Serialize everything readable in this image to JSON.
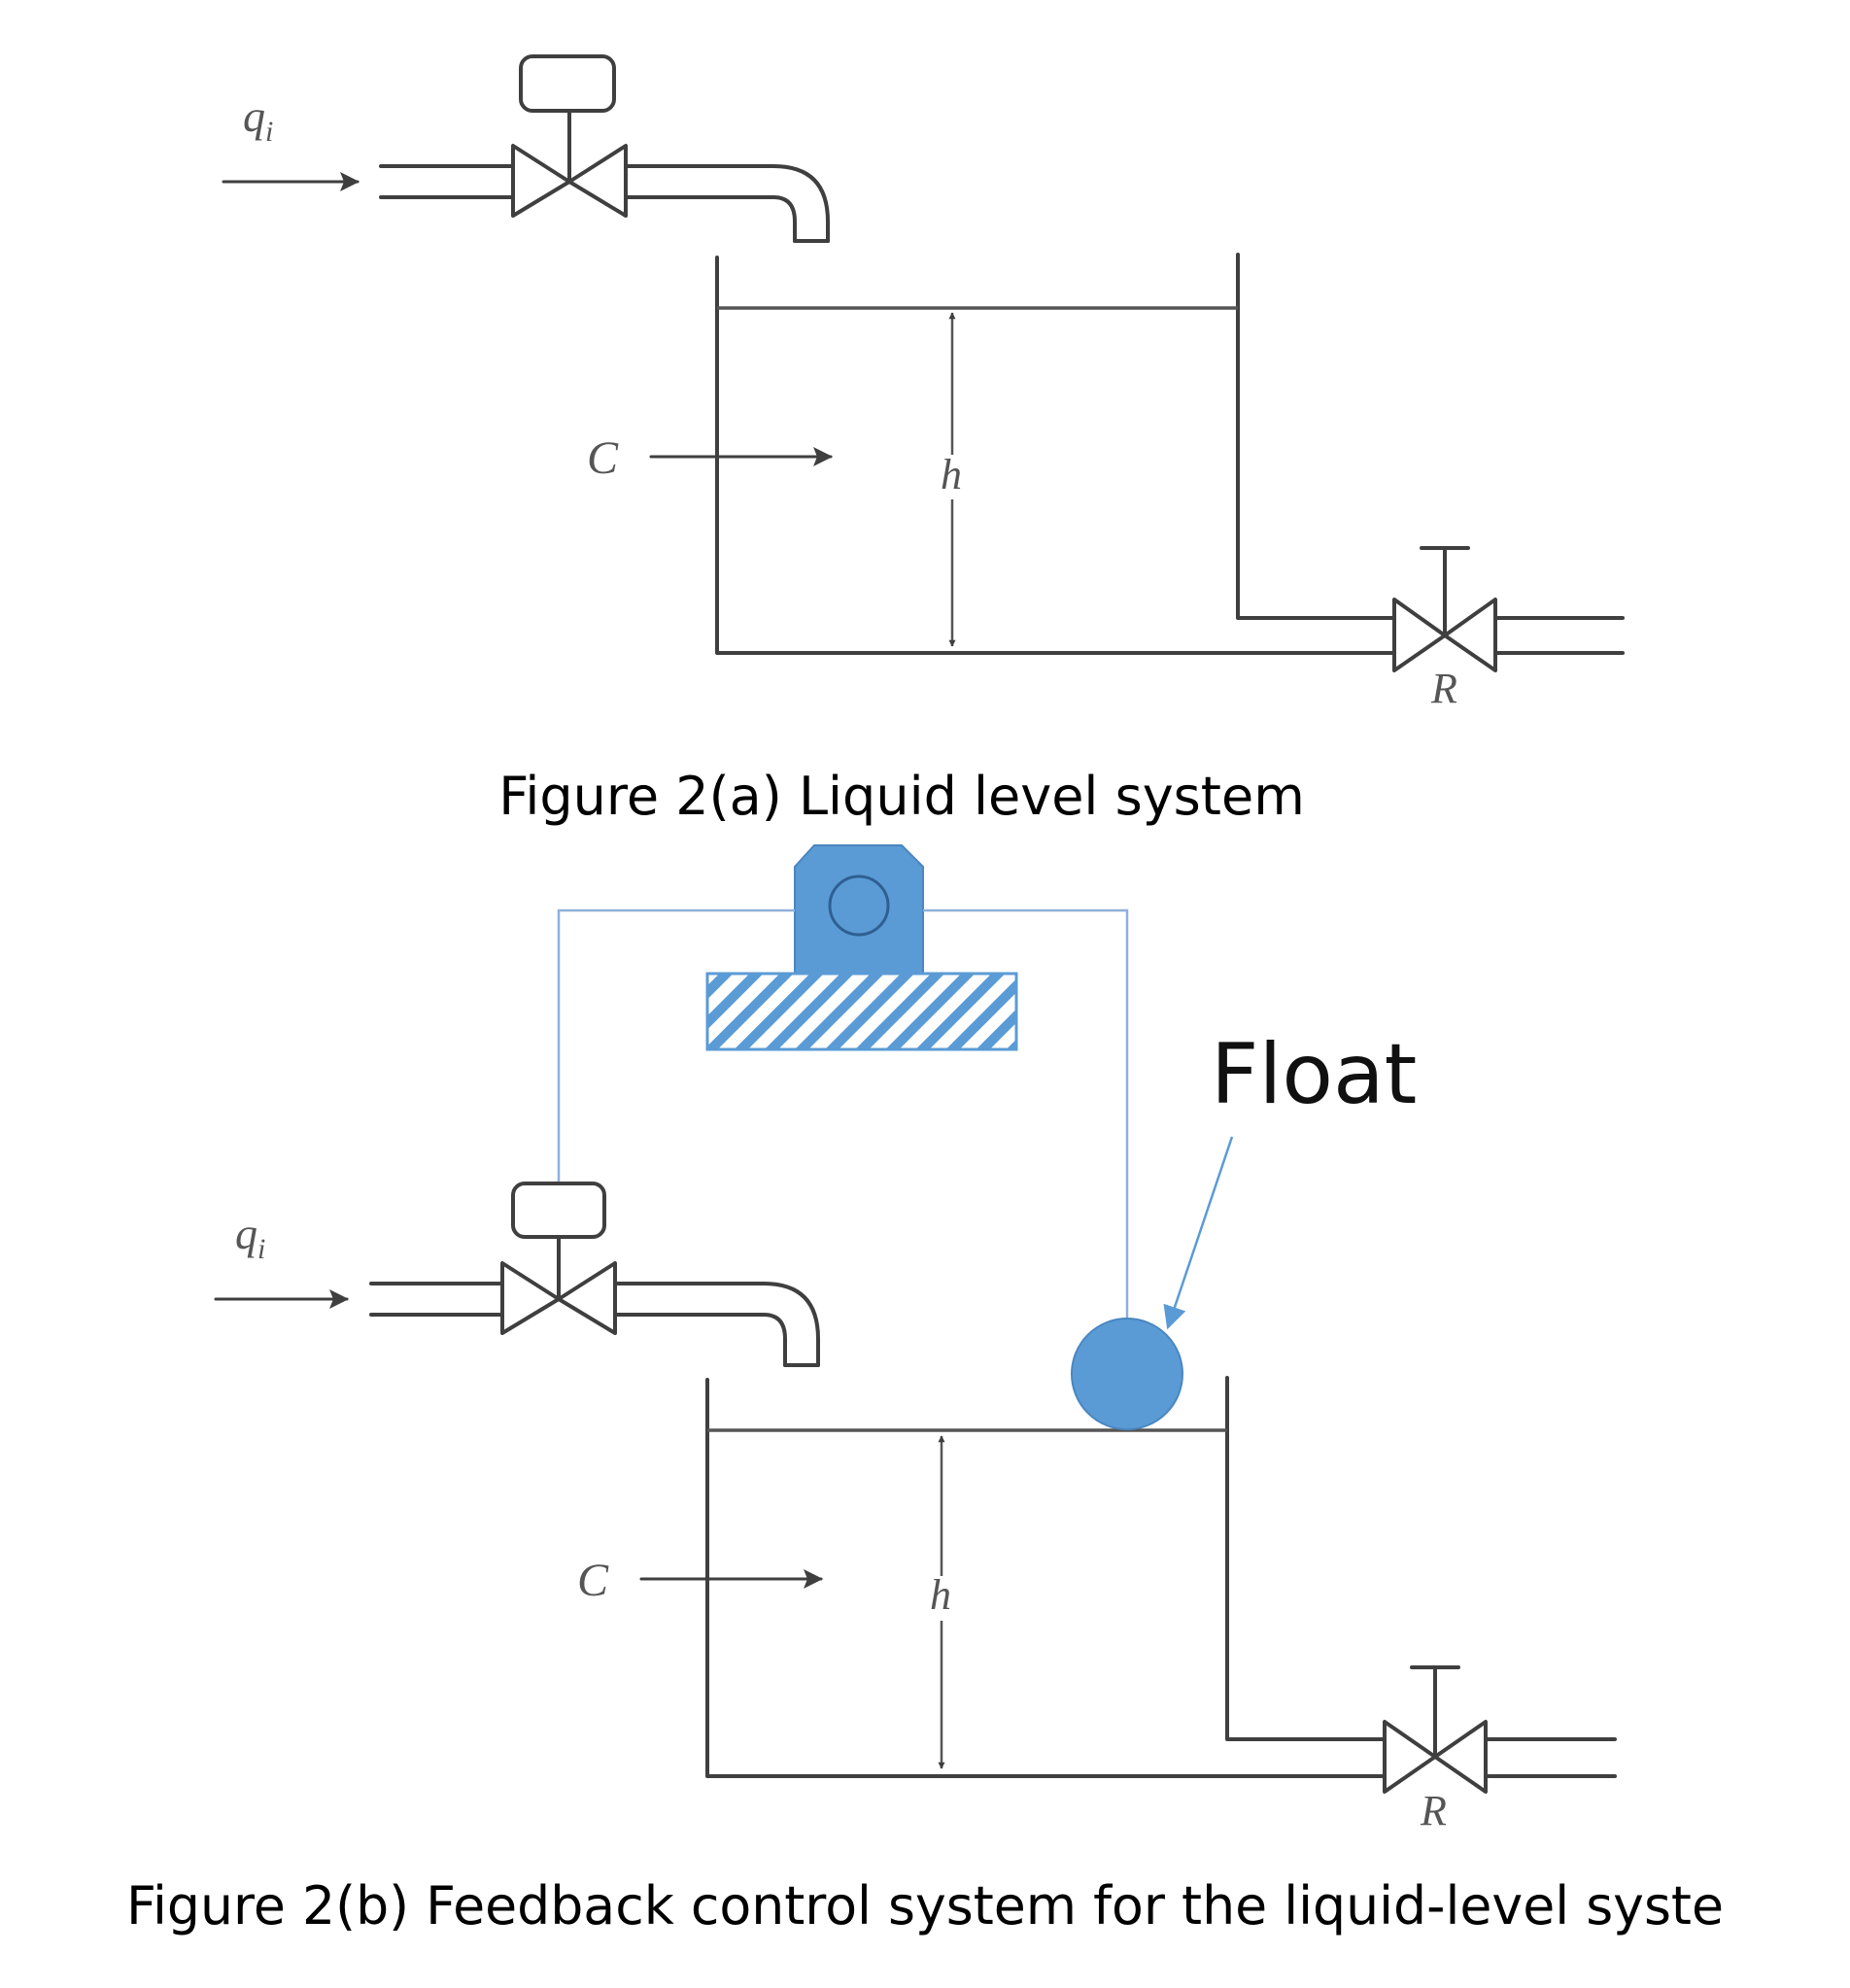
{
  "labels": {
    "inflow": "q",
    "inflow_sub": "i",
    "capacitance": "C",
    "height": "h",
    "resistance": "R",
    "float": "Float"
  },
  "captions": {
    "fig_a": "Figure 2(a) Liquid level system",
    "fig_b": "Figure 2(b) Feedback control system for the liquid-level syste"
  },
  "colors": {
    "line": "#3f3f3f",
    "accent_blue": "#5b9bd5",
    "link_blue": "#8fb0dc"
  }
}
